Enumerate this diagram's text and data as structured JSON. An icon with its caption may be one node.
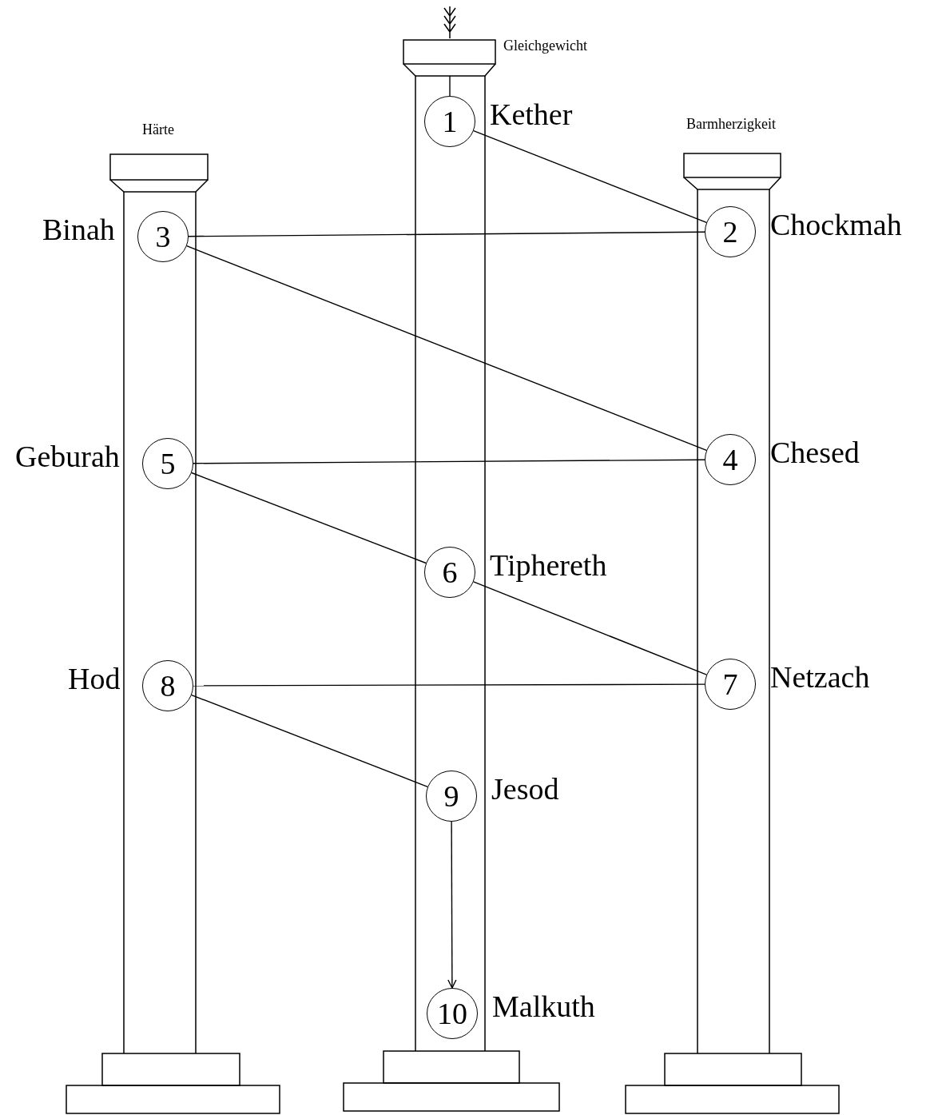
{
  "diagram": {
    "nodes": [
      {
        "text": [
          "1"
        ],
        "beside": [
          "Kether"
        ]
      },
      {
        "text": [
          "2"
        ],
        "beside": [
          "Chockmah"
        ]
      },
      {
        "text": [
          "3"
        ],
        "beside": [
          "Binah"
        ]
      },
      {
        "text": [
          "4"
        ],
        "beside": [
          "Chesed"
        ]
      },
      {
        "text": [
          "5"
        ],
        "beside": [
          "Geburah"
        ]
      },
      {
        "text": [
          "6"
        ],
        "beside": [
          "Tiphereth"
        ]
      },
      {
        "text": [
          "7"
        ],
        "beside": [
          "Netzach"
        ]
      },
      {
        "text": [
          "8"
        ],
        "beside": [
          "Hod"
        ]
      },
      {
        "text": [
          "9"
        ],
        "beside": [
          "Jesod"
        ]
      },
      {
        "text": [
          "10"
        ],
        "beside": [
          "Malkuth"
        ]
      }
    ],
    "edges": [
      {
        "from": null,
        "to": 0,
        "arrow": "none"
      },
      {
        "from": 0,
        "to": 1,
        "arrow": "none"
      },
      {
        "from": 1,
        "to": 2,
        "arrow": "none"
      },
      {
        "from": 2,
        "to": 3,
        "arrow": "none"
      },
      {
        "from": 3,
        "to": 4,
        "arrow": "none"
      },
      {
        "from": 4,
        "to": 5,
        "arrow": "none"
      },
      {
        "from": 5,
        "to": 6,
        "arrow": "none"
      },
      {
        "from": 6,
        "to": 7,
        "arrow": "none"
      },
      {
        "from": 7,
        "to": 8,
        "arrow": "none"
      },
      {
        "from": 8,
        "to": 9,
        "arrow": "to"
      }
    ],
    "labels": [
      "Gleichgewicht",
      "Härte",
      "Barmherzigkeit"
    ]
  }
}
